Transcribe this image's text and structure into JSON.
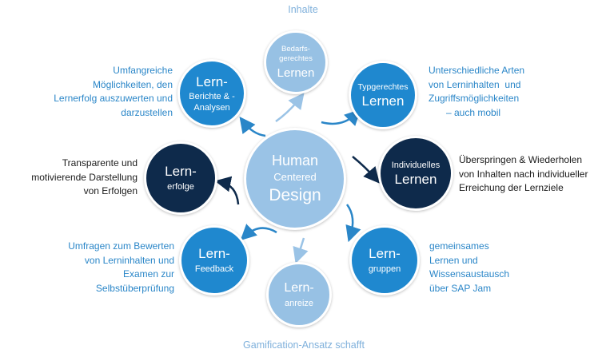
{
  "top_caption": "Inhalte",
  "bottom_caption": "Gamification-Ansatz schafft",
  "center": {
    "line1": "Human",
    "line2": "Centered",
    "line3": "Design"
  },
  "nodes": {
    "bedarf": {
      "top1": "Bedarfs-",
      "top2": "gerechtes",
      "main": "Lernen"
    },
    "typ": {
      "top": "Typgerechtes",
      "main": "Lernen"
    },
    "indiv": {
      "top": "Individuelles",
      "main": "Lernen"
    },
    "gruppen": {
      "main": "Lern-",
      "sub": "gruppen"
    },
    "anreize": {
      "main": "Lern-",
      "sub": "anreize"
    },
    "feedback": {
      "main": "Lern-",
      "sub": "Feedback"
    },
    "erfolge": {
      "main": "Lern-",
      "sub": "erfolge"
    },
    "berichte": {
      "main": "Lern-",
      "sub1": "Berichte & -",
      "sub2": "Analysen"
    }
  },
  "texts": {
    "berichte": [
      "Umfangreiche",
      "Möglichkeiten, den",
      "Lernerfolg auszuwerten und",
      "darzustellen"
    ],
    "typ": [
      "Unterschiedliche Arten",
      "von Lerninhalten  und",
      "Zugriffsmöglichkeiten",
      "– auch mobil"
    ],
    "erfolge": [
      "Transparente und",
      "motivierende Darstellung",
      "von Erfolgen"
    ],
    "indiv": [
      "Überspringen & Wiederholen",
      "von Inhalten nach individueller",
      "Erreichung der Lernziele"
    ],
    "feedback": [
      "Umfragen zum Bewerten",
      "von Lerninhalten und",
      "Examen zur",
      "Selbstüberprüfung"
    ],
    "gruppen": [
      "gemeinsames",
      "Lernen und",
      "Wissensaustausch",
      "über SAP Jam"
    ]
  },
  "colors": {
    "light": "#97c1e4",
    "mid": "#1f88cf",
    "dark": "#0e2a4b",
    "arrow_mid": "#2a86c8",
    "arrow_dark": "#0e2a4b",
    "arrow_light": "#9ac3e6",
    "text_blue": "#2a86c8"
  }
}
